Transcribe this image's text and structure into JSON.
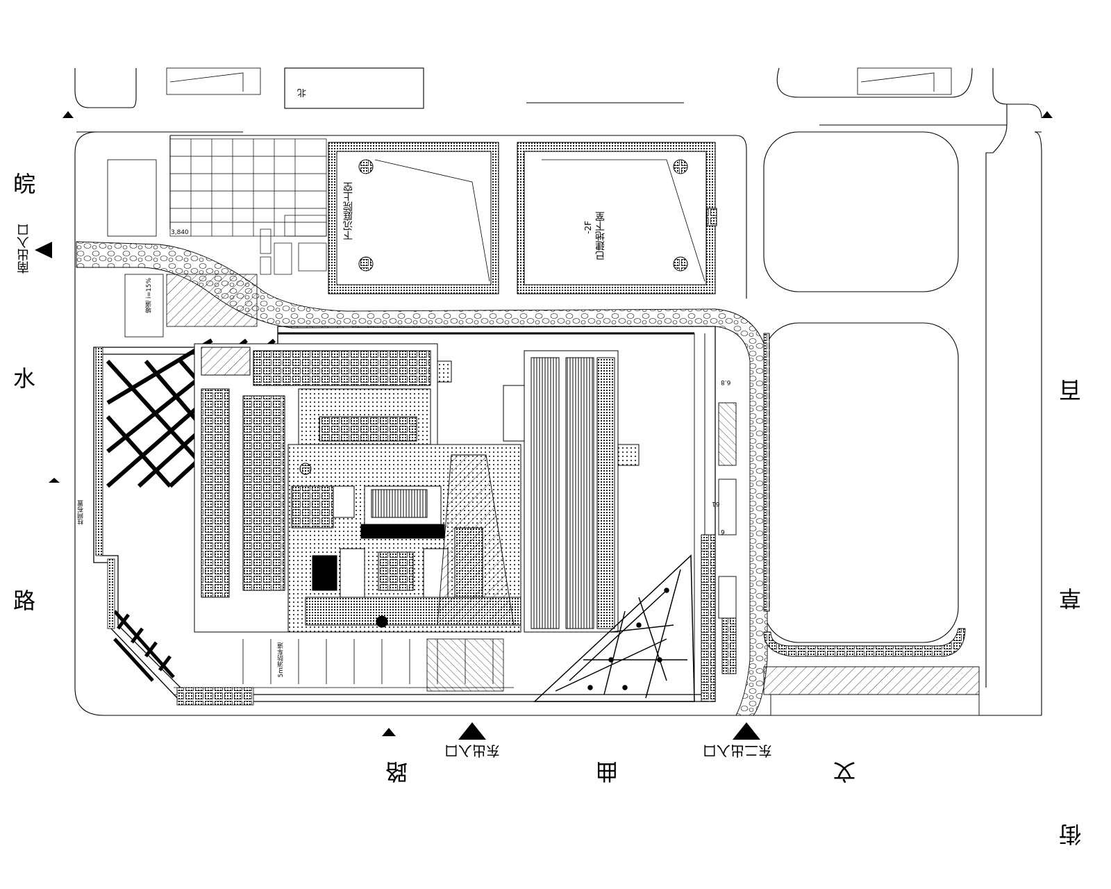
{
  "streets": {
    "west_1": "皖",
    "west_2": "水",
    "west_3": "路",
    "south_1": "路",
    "south_2": "曲",
    "south_3": "文",
    "east_1": "百",
    "east_2": "草",
    "east_3": "街"
  },
  "gates": {
    "west_gate": "南出入口",
    "south_gate": "东出入口",
    "southeast_gate": "东二出入口"
  },
  "labels": {
    "sunken_garden": "下沉庭院上空",
    "existing_basement": "已建地下室",
    "basement_floor": "-2F",
    "north_mark": "北",
    "dim_68": "6.8",
    "dim_6": "6",
    "dim_61": "61",
    "dim_a": "3,840",
    "slope_note": "坡道 i=15%",
    "ramp_note": "5m消防车道",
    "pile_note": "柱网布置"
  },
  "colors": {
    "line": "#000000",
    "paper": "#ffffff"
  }
}
